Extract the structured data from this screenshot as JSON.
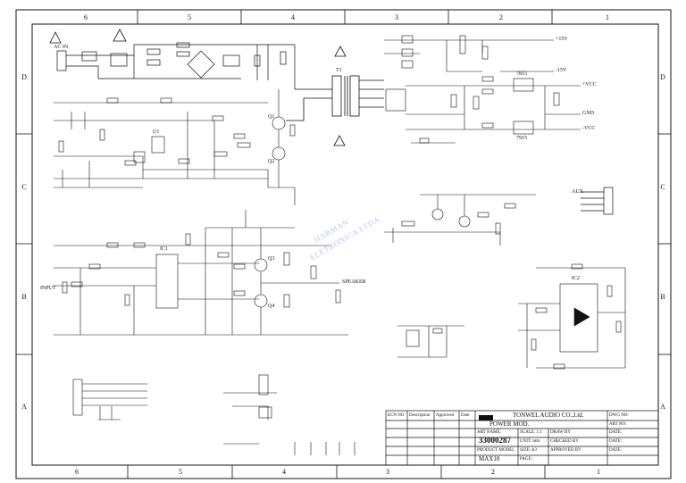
{
  "frame": {
    "top_zones": [
      "6",
      "5",
      "4",
      "3",
      "2",
      "1"
    ],
    "side_zones": [
      "D",
      "C",
      "B",
      "A"
    ]
  },
  "watermark": {
    "line1": "HARMAN",
    "line2": "ELETRONICA LTDA"
  },
  "blocks": {
    "connectors": {
      "ac_in": "AC IN",
      "input": "INPUT",
      "speaker_out": "SPEAKER",
      "aux": "AUX"
    },
    "parts": {
      "t1": "T1",
      "u1": "U1",
      "ic_left": "IC1",
      "ic_right": "IC2",
      "reg1": "7815",
      "reg2": "7915",
      "q1": "Q1",
      "q2": "Q2",
      "q3": "Q3",
      "q4": "Q4",
      "rails": [
        "+15V",
        "-15V",
        "+VCC",
        "-VCC",
        "GND"
      ]
    }
  },
  "title_block": {
    "rev_headers": [
      "ECN NO",
      "Description",
      "Approved",
      "Date"
    ],
    "company": "TONWEL AUDIO CO.,Ltd.",
    "subtitle": "POWER MOD.",
    "art_name_label": "ART NAME:",
    "scale_label": "SCALE: 1:1",
    "part_no": "33000287",
    "unit_label": "UNIT: mm",
    "size_label": "SIZE: A3",
    "product_model_label": "PRODUCT MODEL",
    "page_label": "PAGE:",
    "model": "MAX18",
    "dwg_no_label": "DWG NO:",
    "art_no_label": "ART NO:",
    "drawn_by": "DRAW BY",
    "checked_by": "CHECKED BY",
    "approved_by": "APPROVED BY",
    "date_label": "DATE:"
  },
  "colors": {
    "ink": "#111111",
    "watermark": "#b9c9ee",
    "paper": "#ffffff"
  }
}
